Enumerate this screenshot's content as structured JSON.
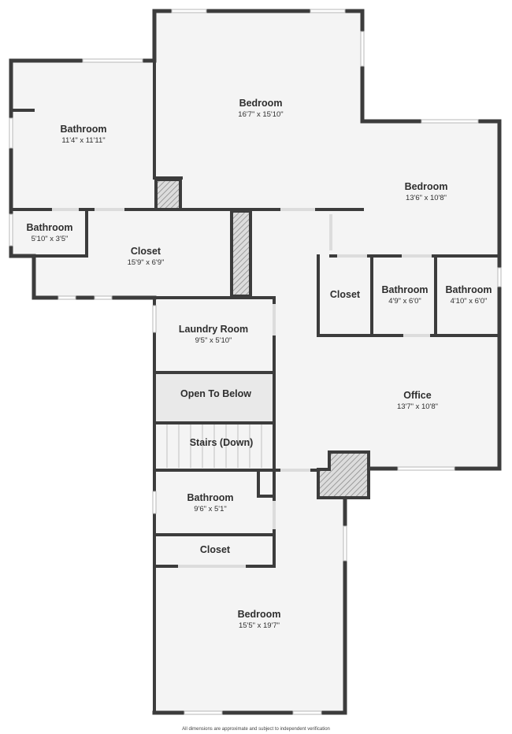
{
  "rooms": {
    "bedroom_top": {
      "name": "Bedroom",
      "dims": "16'7\" x 15'10\""
    },
    "bathroom_left": {
      "name": "Bathroom",
      "dims": "11'4\" x 11'11\""
    },
    "bedroom_right": {
      "name": "Bedroom",
      "dims": "13'6\" x 10'8\""
    },
    "bathroom_small": {
      "name": "Bathroom",
      "dims": "5'10\" x 3'5\""
    },
    "closet_left": {
      "name": "Closet",
      "dims": "15'9\" x 6'9\""
    },
    "closet_right": {
      "name": "Closet"
    },
    "bathroom_mid_a": {
      "name": "Bathroom",
      "dims": "4'9\" x 6'0\""
    },
    "bathroom_mid_b": {
      "name": "Bathroom",
      "dims": "4'10\" x 6'0\""
    },
    "laundry": {
      "name": "Laundry Room",
      "dims": "9'5\" x 5'10\""
    },
    "open_below": {
      "name": "Open To Below"
    },
    "office": {
      "name": "Office",
      "dims": "13'7\" x 10'8\""
    },
    "stairs": {
      "name": "Stairs (Down)"
    },
    "bathroom_lower": {
      "name": "Bathroom",
      "dims": "9'6\" x 5'1\""
    },
    "closet_lower": {
      "name": "Closet"
    },
    "bedroom_bottom": {
      "name": "Bedroom",
      "dims": "15'5\" x 19'7\""
    }
  },
  "footnote": "All dimensions are approximate and subject to independent verification",
  "colors": {
    "wall": "#3c3c3c",
    "floor": "#f4f4f4",
    "open_below": "#e9e9e9"
  }
}
